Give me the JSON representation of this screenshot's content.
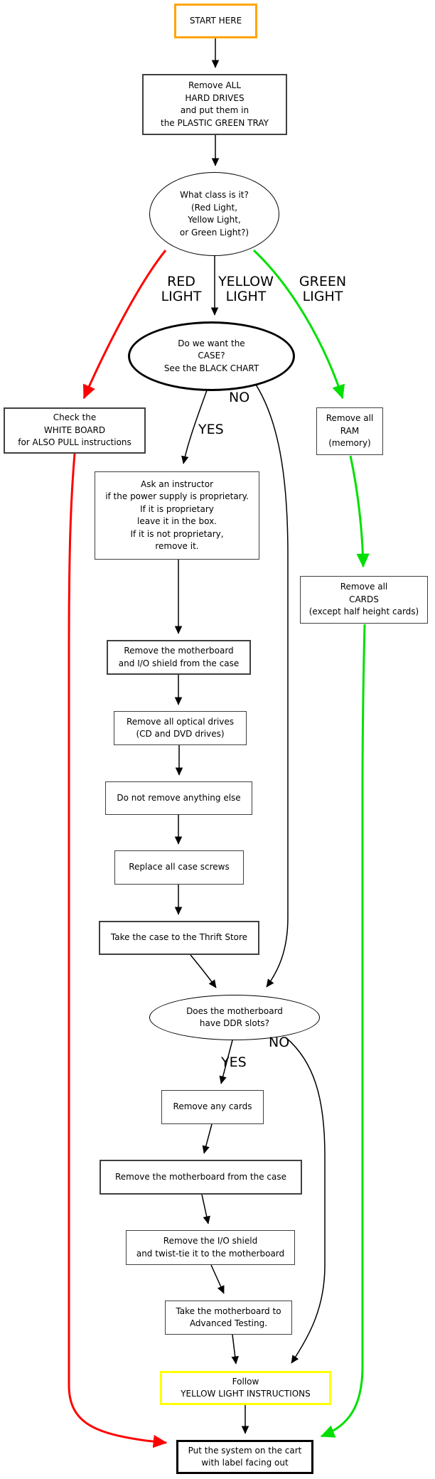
{
  "diagram": {
    "nodes": {
      "start": {
        "text": "START HERE"
      },
      "remove_hard_drives": {
        "text": "Remove ALL\nHARD DRIVES\nand put them in\nthe PLASTIC GREEN TRAY"
      },
      "what_class": {
        "text": "What class is it?\n(Red Light,\nYellow Light,\nor Green Light?)"
      },
      "want_case": {
        "text": "Do we want the\nCASE?\nSee the BLACK CHART"
      },
      "check_white_board": {
        "text": "Check the\nWHITE BOARD\nfor ALSO PULL instructions"
      },
      "remove_ram": {
        "text": "Remove all\nRAM\n(memory)"
      },
      "ask_instructor": {
        "text": "Ask an instructor\nif the power supply is proprietary.\nIf it is proprietary\nleave it in the box.\nIf it is not proprietary,\nremove it."
      },
      "remove_cards": {
        "text": "Remove all\nCARDS\n(except half height cards)"
      },
      "remove_mobo_io": {
        "text": "Remove the motherboard\nand I/O shield from the case"
      },
      "remove_optical": {
        "text": "Remove all optical drives\n(CD and DVD drives)"
      },
      "do_not_remove": {
        "text": "Do not remove anything else"
      },
      "replace_screws": {
        "text": "Replace all case screws"
      },
      "thrift_store": {
        "text": "Take the case to the Thrift Store"
      },
      "ddr_slots": {
        "text": "Does the motherboard\nhave DDR slots?"
      },
      "remove_any_cards": {
        "text": "Remove any cards"
      },
      "remove_mobo_case": {
        "text": "Remove the motherboard from the case"
      },
      "remove_io_twist": {
        "text": "Remove the I/O shield\nand twist-tie it to the motherboard"
      },
      "advanced_testing": {
        "text": "Take the motherboard to\nAdvanced Testing."
      },
      "follow_yellow": {
        "text": "Follow\nYELLOW LIGHT INSTRUCTIONS"
      },
      "system_cart": {
        "text": "Put the system on the cart\nwith label facing out"
      }
    },
    "edge_labels": {
      "red_light": "RED\nLIGHT",
      "yellow_light": "YELLOW\nLIGHT",
      "green_light": "GREEN\nLIGHT",
      "case_yes": "YES",
      "case_no": "NO",
      "ddr_yes": "YES",
      "ddr_no": "NO"
    },
    "colors": {
      "start_border": "#ffa500",
      "yellow_border": "#ffff00",
      "red_edge": "#ff0000",
      "green_edge": "#00e000",
      "black_edge": "#000000",
      "box_border": "#404040"
    }
  }
}
